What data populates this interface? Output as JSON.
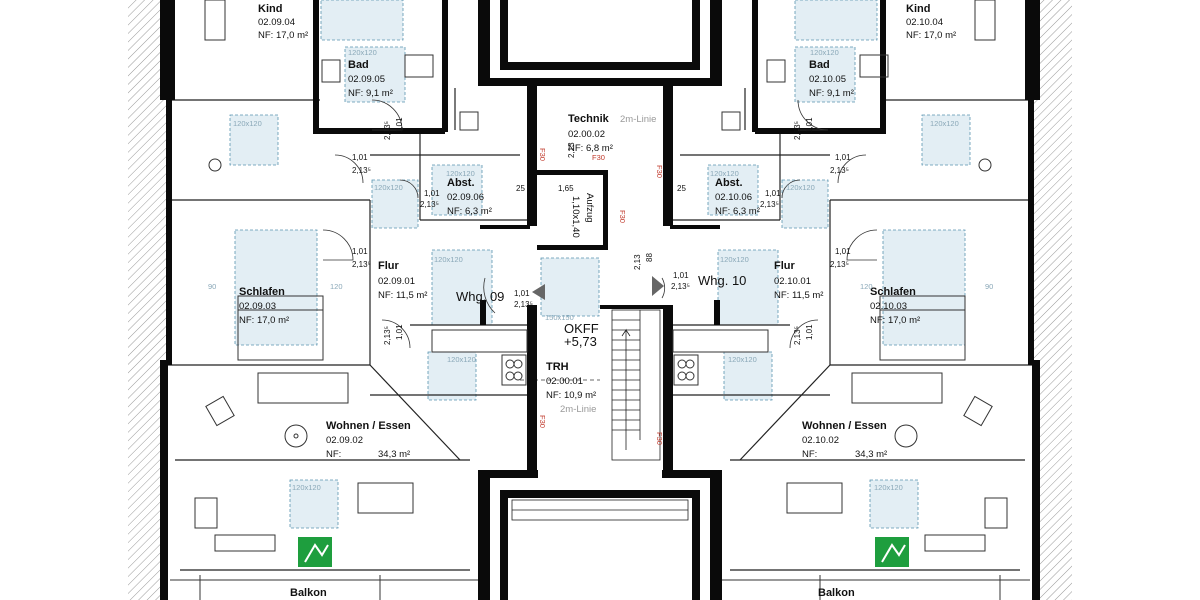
{
  "rooms": {
    "kind_09": {
      "name": "Kind",
      "number": "02.09.04",
      "area": "NF: 17,0 m²"
    },
    "bad_09": {
      "name": "Bad",
      "number": "02.09.05",
      "area": "NF: 9,1 m²"
    },
    "abst_09": {
      "name": "Abst.",
      "number": "02.09.06",
      "area": "NF: 6,3 m²"
    },
    "flur_09": {
      "name": "Flur",
      "number": "02.09.01",
      "area": "NF: 11,5 m²"
    },
    "schlafen_09": {
      "name": "Schlafen",
      "number": "02.09.03",
      "area": "NF: 17,0 m²"
    },
    "wohnen_09": {
      "name": "Wohnen / Essen",
      "number": "02.09.02",
      "area_label": "NF:",
      "area_value": "34,3 m²"
    },
    "kind_10": {
      "name": "Kind",
      "number": "02.10.04",
      "area": "NF: 17,0 m²"
    },
    "bad_10": {
      "name": "Bad",
      "number": "02.10.05",
      "area": "NF: 9,1 m²"
    },
    "abst_10": {
      "name": "Abst.",
      "number": "02.10.06",
      "area": "NF: 6,3 m²"
    },
    "flur_10": {
      "name": "Flur",
      "number": "02.10.01",
      "area": "NF: 11,5 m²"
    },
    "schlafen_10": {
      "name": "Schlafen",
      "number": "02.10.03",
      "area": "NF: 17,0 m²"
    },
    "wohnen_10": {
      "name": "Wohnen / Essen",
      "number": "02.10.02",
      "area_label": "NF:",
      "area_value": "34,3 m²"
    },
    "technik": {
      "name": "Technik",
      "number": "02.00.02",
      "area": "NF: 6,8 m²"
    },
    "trh": {
      "name": "TRH",
      "number": "02.00.01",
      "area": "NF: 10,9 m²"
    }
  },
  "units": {
    "left": "Whg. 09",
    "right": "Whg. 10"
  },
  "level": {
    "label": "OKFF",
    "value": "+5,73"
  },
  "elevator": {
    "label": "Aufzug",
    "size": "1,10x1,40"
  },
  "balcony": "Balkon",
  "line_2m": "2m-Linie",
  "fire_rating": "F30",
  "dims": {
    "door_101": "1,01",
    "door_2135": "2,13⁵",
    "d25": "25",
    "d165": "1,65",
    "d88": "88",
    "d2135_short": "2,13",
    "turn_120": "120x120",
    "turn_150": "150x150",
    "d90": "90",
    "d120": "120"
  },
  "colors": {
    "wall": "#0a0a0a",
    "furniture": "#333333",
    "turning": "#5a93b0",
    "turning_fill": "#e3eef4",
    "exit": "#1e9e3e",
    "fire": "#c0392b"
  }
}
